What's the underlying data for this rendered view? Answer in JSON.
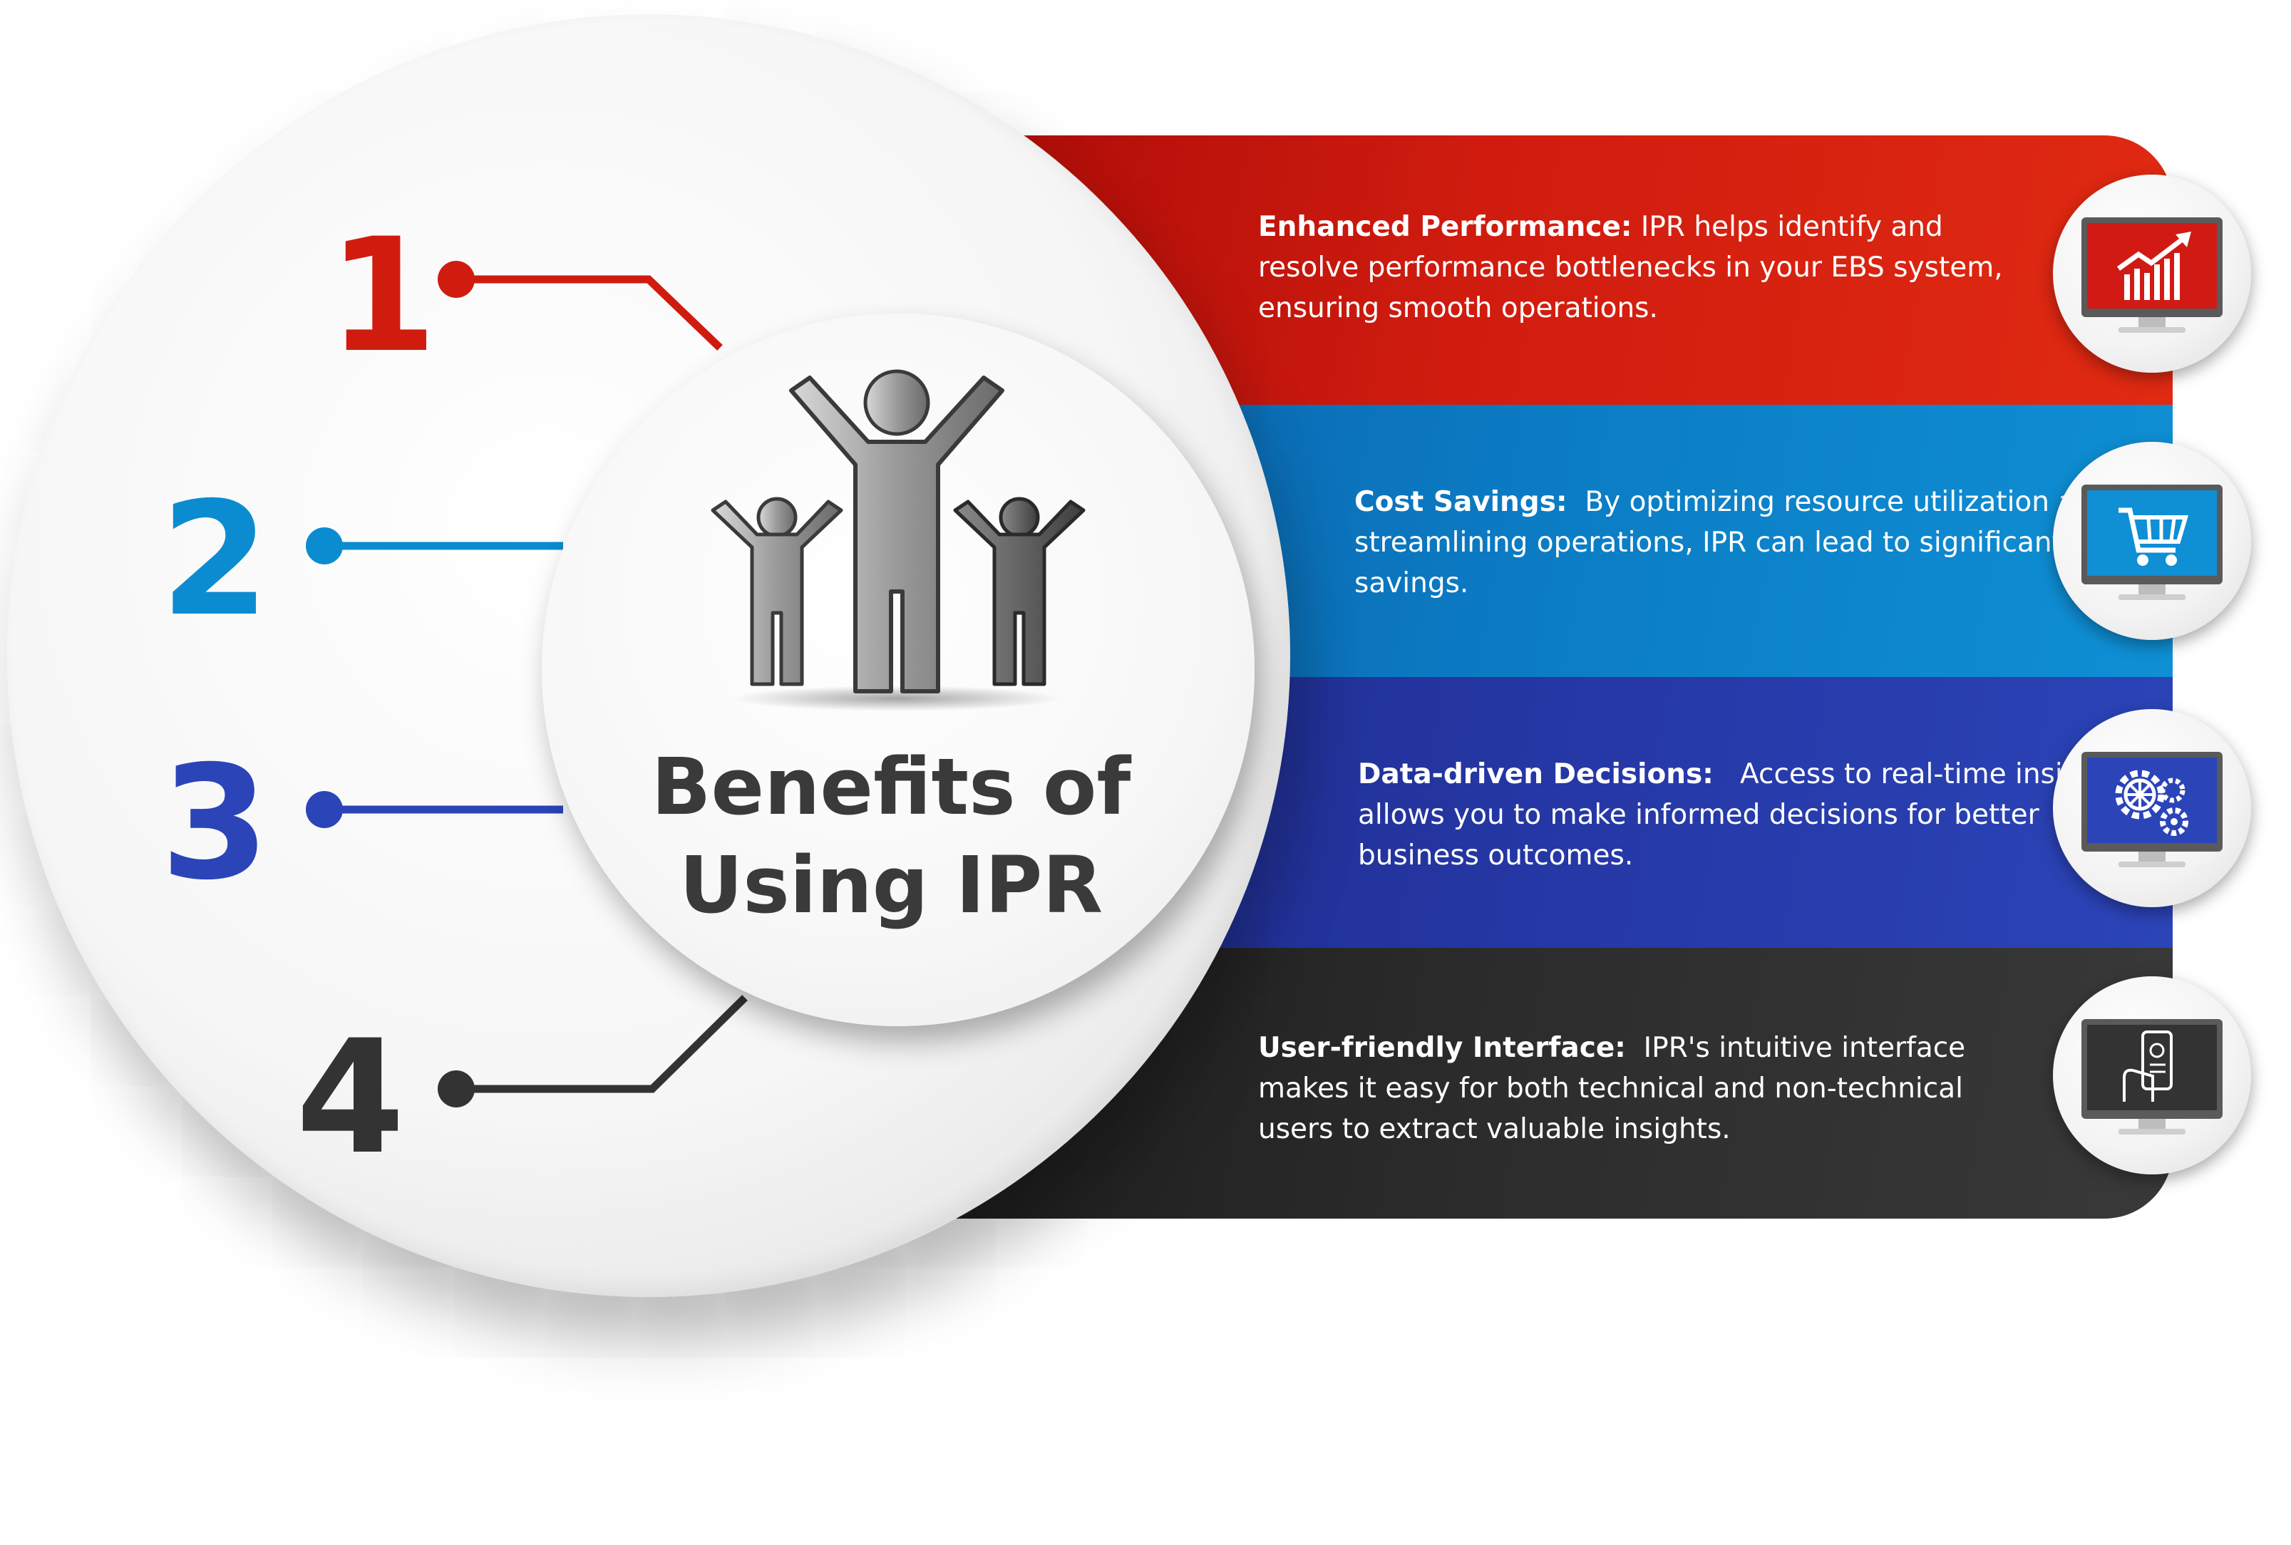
{
  "colors": {
    "red": "#d01c0f",
    "blue": "#0b7cc4",
    "indigo": "#2537a4",
    "dark": "#2d2d2d"
  },
  "center": {
    "title_line1": "Benefits of",
    "title_line2": "Using IPR",
    "icon": "family-people-icon"
  },
  "numbers": [
    "1",
    "2",
    "3",
    "4"
  ],
  "benefits": [
    {
      "heading": "Enhanced Performance:",
      "text": " IPR helps identify and resolve performance bottlenecks in your EBS system, ensuring smooth operations.",
      "icon": "chart-growth-monitor-icon"
    },
    {
      "heading": "Cost Savings:",
      "text": "  By optimizing resource utilization and streamlining operations, IPR can lead to significant cost savings.",
      "icon": "shopping-cart-monitor-icon"
    },
    {
      "heading": "Data-driven Decisions:",
      "text": "   Access to real-time insights allows you to make informed decisions for better business outcomes.",
      "icon": "gears-monitor-icon"
    },
    {
      "heading": "User-friendly Interface:",
      "text": "  IPR's intuitive interface makes it easy for both technical and non-technical users to extract valuable insights.",
      "icon": "mobile-app-monitor-icon"
    }
  ]
}
